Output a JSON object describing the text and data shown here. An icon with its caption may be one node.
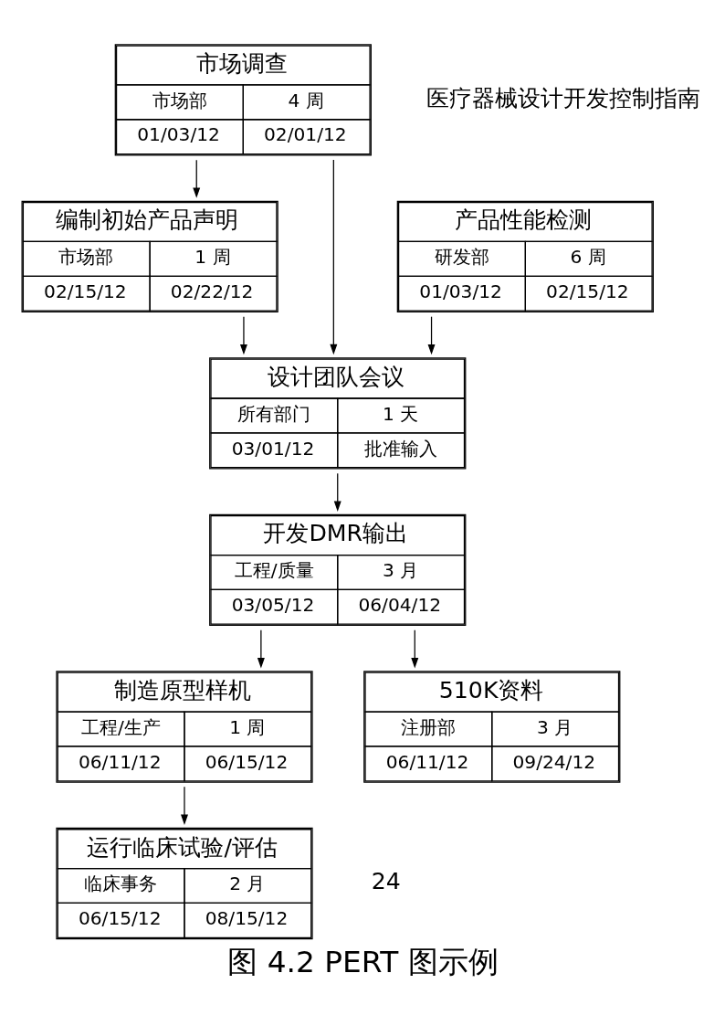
{
  "diagram": {
    "caption": "图 4.2 PERT 图示例",
    "nodes": [
      {
        "text": [
          "市场调查",
          "市场部",
          "4 周",
          "01/03/12",
          "02/01/12"
        ]
      },
      {
        "text": [
          "产品性能检测",
          "研发部",
          "6 周",
          "01/03/12",
          "02/15/12"
        ]
      },
      {
        "text": [
          "编制初始产品声明",
          "市场部",
          "1 周",
          "02/15/12",
          "02/22/12"
        ]
      },
      {
        "text": [
          "设计团队会议",
          "所有部门",
          "1 天",
          "03/01/12",
          "批准输入"
        ]
      },
      {
        "text": [
          "开发DMR输出",
          "工程/质量",
          "3 月",
          "03/05/12",
          "06/04/12"
        ]
      },
      {
        "text": [
          "制造原型样机",
          "工程/生产",
          "1 周",
          "06/11/12",
          "06/15/12"
        ]
      },
      {
        "text": [
          "510K资料",
          "注册部",
          "3 月",
          "06/11/12",
          "09/24/12"
        ]
      },
      {
        "text": [
          "运行临床试验/评估",
          "临床事务",
          "2 月",
          "06/15/12",
          "08/15/12"
        ]
      }
    ],
    "edges": [
      {
        "from": 0,
        "to": 3,
        "arrow": "to"
      },
      {
        "from": 1,
        "to": 3,
        "arrow": "to"
      },
      {
        "from": 0,
        "to": 2,
        "arrow": "to"
      },
      {
        "from": 2,
        "to": 3,
        "arrow": "to"
      },
      {
        "from": 3,
        "to": 4,
        "arrow": "to"
      },
      {
        "from": 4,
        "to": 5,
        "arrow": "to"
      },
      {
        "from": 4,
        "to": 6,
        "arrow": "to"
      },
      {
        "from": 5,
        "to": 7,
        "arrow": "to"
      }
    ],
    "labels": [
      "医疗器械设计开发控制指南",
      "24"
    ]
  }
}
